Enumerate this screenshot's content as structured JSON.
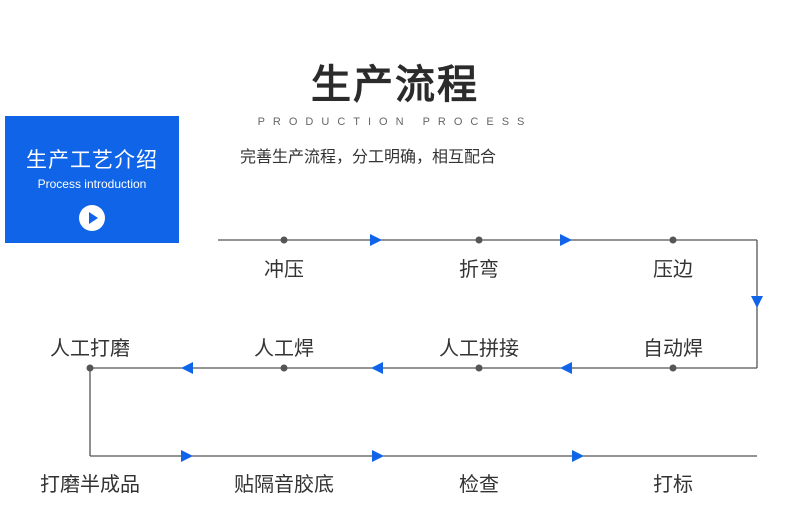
{
  "header": {
    "title": "生产流程",
    "subtitle_en": "PRODUCTION PROCESS",
    "subtitle_cn": "完善生产流程，分工明确，相互配合"
  },
  "badge": {
    "title": "生产工艺介绍",
    "subtitle": "Process introduction",
    "icon": "play-icon"
  },
  "colors": {
    "accent": "#0f64e8",
    "line": "#555555",
    "dot": "#555555"
  },
  "steps": [
    "冲压",
    "折弯",
    "压边",
    "自动焊",
    "人工拼接",
    "人工焊",
    "人工打磨",
    "打磨半成品",
    "贴隔音胶底",
    "检查",
    "打标"
  ]
}
